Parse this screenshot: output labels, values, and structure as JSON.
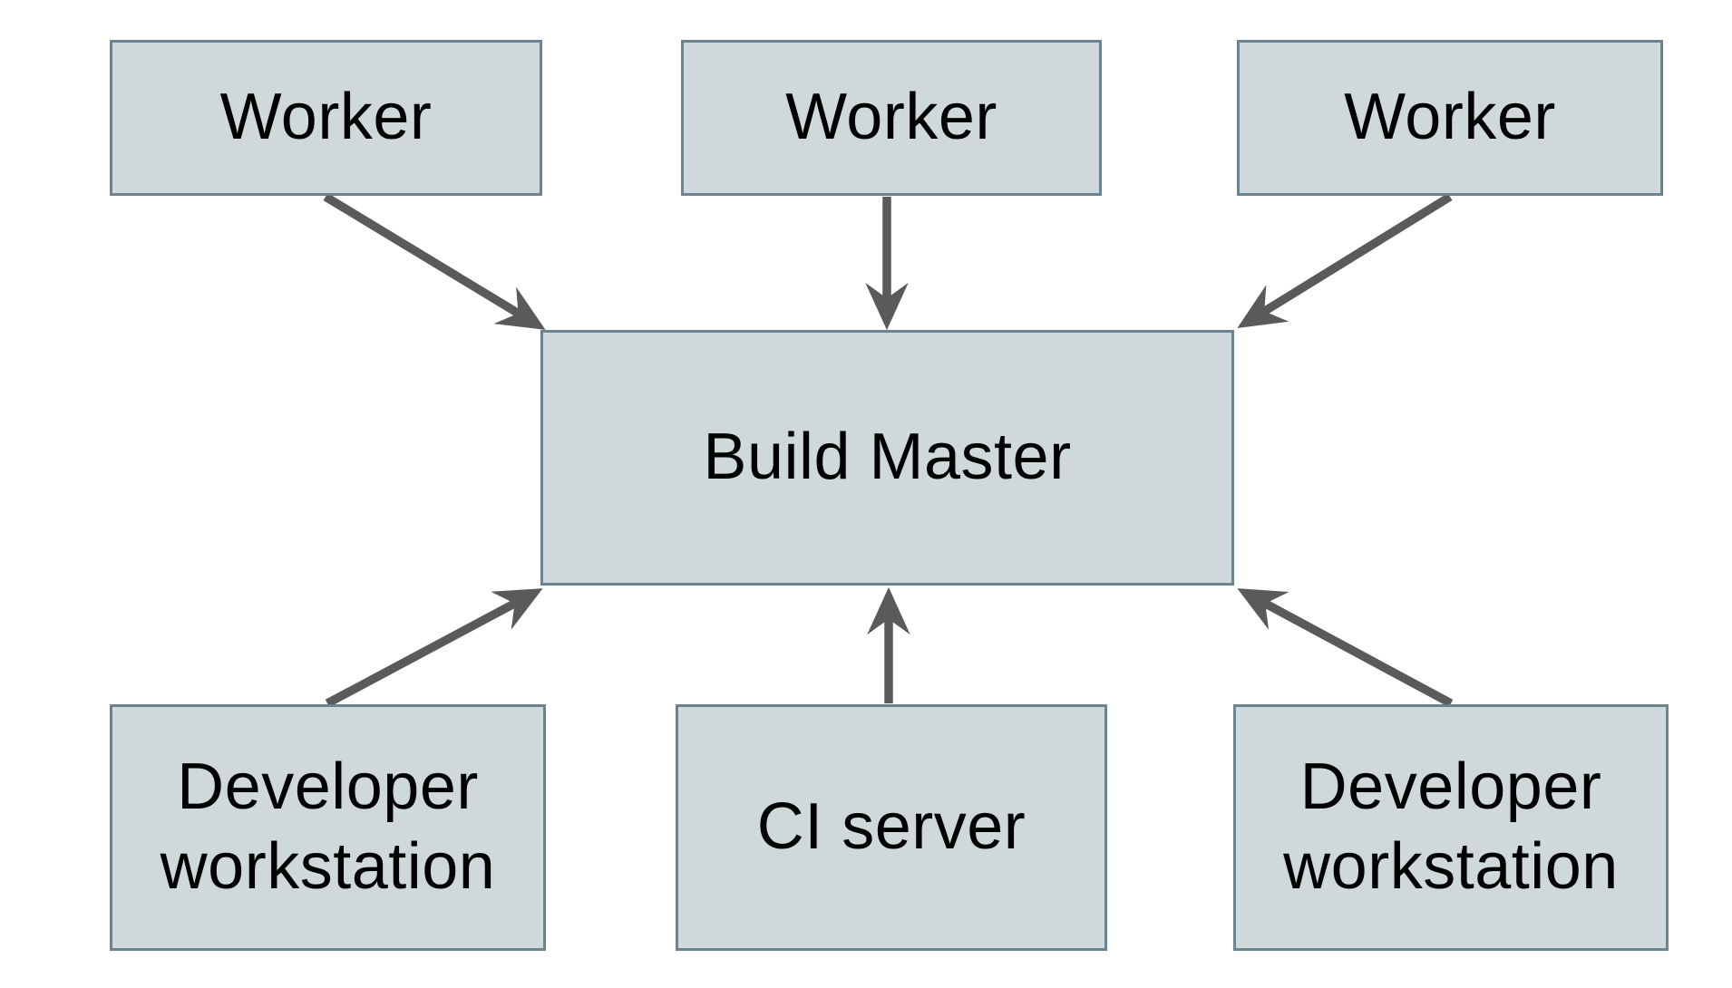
{
  "diagram": {
    "type": "architecture-diagram",
    "background_color": "#ffffff",
    "node_fill_color": "#cfd8da",
    "node_border_color": "#6b8492",
    "arrow_color": "#595a5c",
    "text_color": "#000000",
    "nodes": [
      {
        "id": "worker-1",
        "label": "Worker",
        "row": "top"
      },
      {
        "id": "worker-2",
        "label": "Worker",
        "row": "top"
      },
      {
        "id": "worker-3",
        "label": "Worker",
        "row": "top"
      },
      {
        "id": "build-master",
        "label": "Build Master",
        "row": "center"
      },
      {
        "id": "developer-workstation-1",
        "label": "Developer workstation",
        "row": "bottom"
      },
      {
        "id": "ci-server",
        "label": "CI server",
        "row": "bottom"
      },
      {
        "id": "developer-workstation-2",
        "label": "Developer workstation",
        "row": "bottom"
      }
    ],
    "edges": [
      {
        "from": "worker-1",
        "to": "build-master",
        "direction": "down-right"
      },
      {
        "from": "worker-2",
        "to": "build-master",
        "direction": "down"
      },
      {
        "from": "worker-3",
        "to": "build-master",
        "direction": "down-left"
      },
      {
        "from": "developer-workstation-1",
        "to": "build-master",
        "direction": "up-right"
      },
      {
        "from": "ci-server",
        "to": "build-master",
        "direction": "up"
      },
      {
        "from": "developer-workstation-2",
        "to": "build-master",
        "direction": "up-left"
      }
    ]
  }
}
